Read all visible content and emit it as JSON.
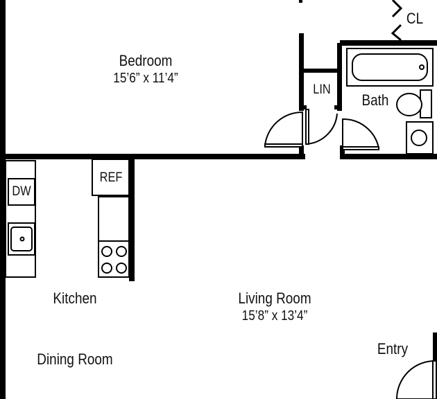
{
  "rooms": {
    "bedroom": {
      "name": "Bedroom",
      "size": "15’6” x 11’4”"
    },
    "living_room": {
      "name": "Living Room",
      "size": "15’8” x 13’4”"
    },
    "kitchen": {
      "name": "Kitchen"
    },
    "dining_room": {
      "name": "Dining Room"
    },
    "bath": {
      "name": "Bath"
    },
    "entry": {
      "name": "Entry"
    }
  },
  "fixtures": {
    "closet": "CL",
    "linen": "LIN",
    "refrigerator": "REF",
    "dishwasher": "DW"
  },
  "colors": {
    "wall": "#000000",
    "background": "#ffffff"
  }
}
